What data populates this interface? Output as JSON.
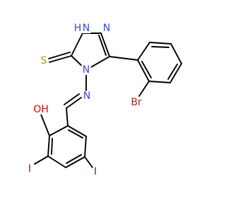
{
  "colors": {
    "background": "#ffffff",
    "carbon_bond": "#000000",
    "nitrogen": "#3c4bcc",
    "sulfur": "#b2a400",
    "oxygen": "#e60000",
    "bromine": "#a52a2a",
    "iodine": "#94007a"
  },
  "atoms": {
    "nh": "H",
    "n1": "N",
    "n2": "N",
    "n3": "N",
    "n4": "N",
    "s": "S",
    "br": "Br",
    "oh": "OH",
    "i1": "I",
    "i2": "I"
  }
}
